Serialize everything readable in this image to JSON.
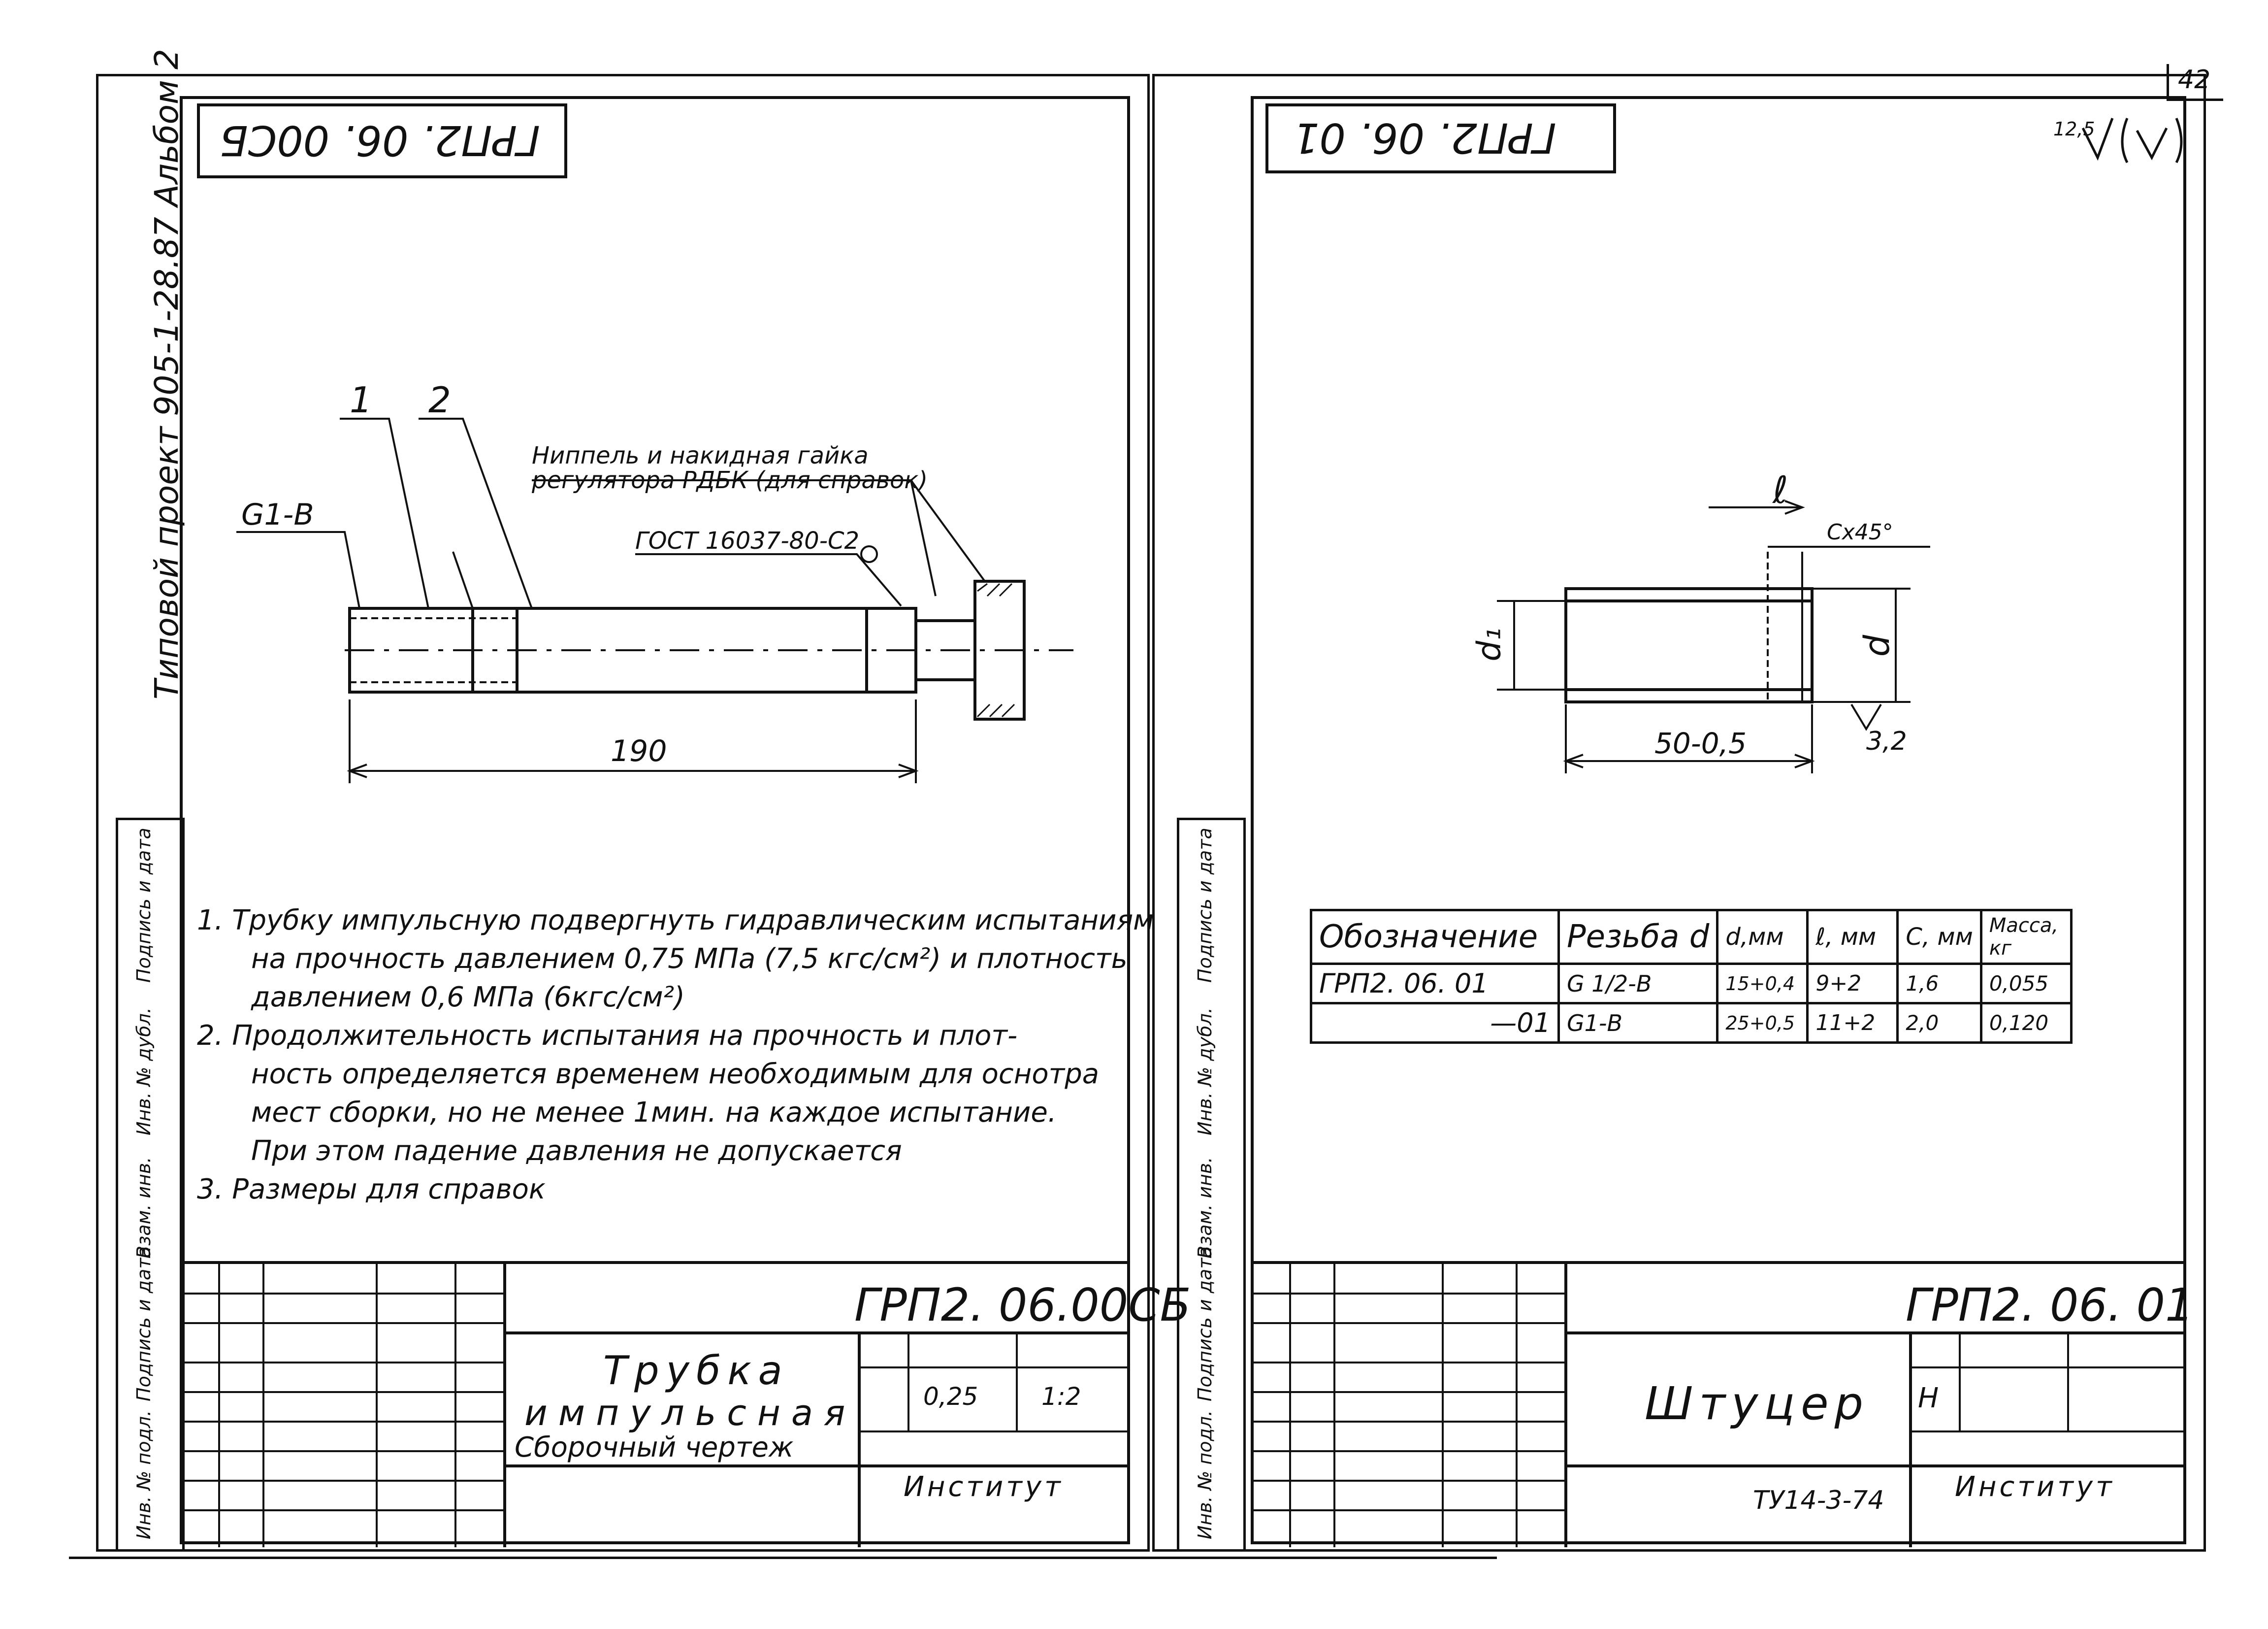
{
  "page_number": "42",
  "side_stamp": "Типовой проект 905-1-28.87 Альбом 2",
  "left": {
    "code_top": "ГРП2. 06. 00СБ",
    "leaders": {
      "pos1": "1",
      "pos2": "2",
      "thread": "G1-B",
      "nipple": "Ниппель и накидная гайка регулятора РДБК (для справок)",
      "gost": "ГОСТ 16037-80-С2"
    },
    "dim_length": "190",
    "notes": [
      "1.  Трубку импульсную подвергнуть гидравлическим испытаниям",
      "на прочность  давлением 0,75 МПа (7,5 кгс/см²) и плотность",
      "давлением  0,6 МПа (6кгс/см²)",
      "2.  Продолжительность испытания на прочность и плот-",
      "ность  определяется временем необходимым для оснотра",
      "мест  сборки, но не менее 1мин. на каждое испытание.",
      "При  этом  падение  давления   не  допускается",
      "3.  Размеры  для   справок"
    ],
    "title_code": "ГРП2. 06.00СБ",
    "part_name": [
      "Трубка",
      "импульсная"
    ],
    "doc_type": "Сборочный чертеж",
    "mass": "0,25",
    "scale": "1:2",
    "org": "Институт"
  },
  "right": {
    "code_top": "ГРП2. 06. 01",
    "roughness": "12,5",
    "dims": {
      "l": "ℓ",
      "chamfer": "Сх45°",
      "d1": "d₁",
      "d": "d",
      "length": "50-0,5",
      "rough": "3,2"
    },
    "spec_table": {
      "headers": [
        "Обозначение",
        "Резьба d",
        "d,мм",
        "ℓ, мм",
        "С, мм",
        "Масса, кг"
      ],
      "rows": [
        [
          "ГРП2. 06. 01",
          "G 1/2-B",
          "15+0,4",
          "9+2",
          "1,6",
          "0,055"
        ],
        [
          "—01",
          "G1-B",
          "25+0,5",
          "11+2",
          "2,0",
          "0,120"
        ]
      ]
    },
    "title_code": "ГРП2. 06. 01",
    "part_name": "Штуцер",
    "letter": "Н",
    "material": "ТУ14-3-74",
    "org": "Институт"
  },
  "margin_labels": [
    "Подпись и дата",
    "Инв. № дубл.",
    "Взам. инв.",
    "Подпись и дата",
    "Инв. № подл."
  ]
}
